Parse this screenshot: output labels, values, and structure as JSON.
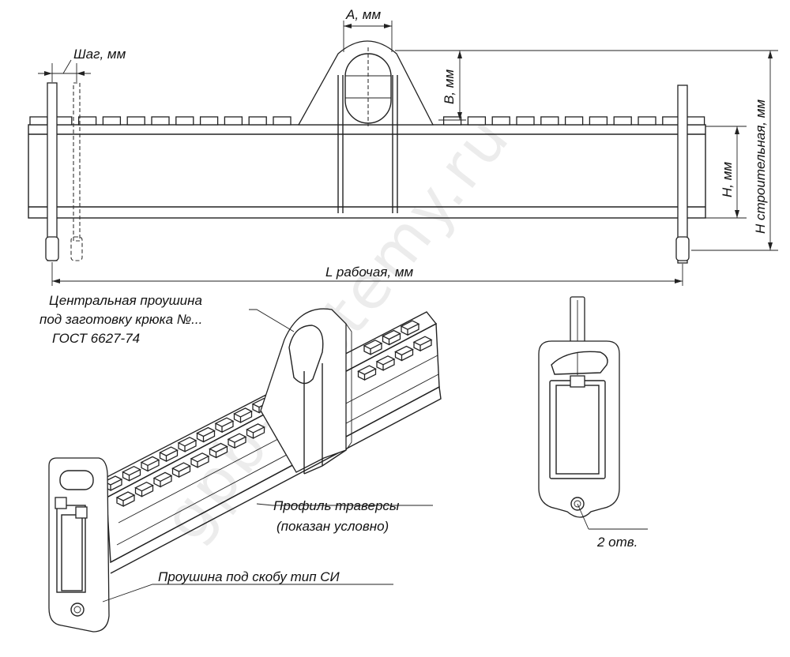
{
  "labels": {
    "a_dim": "А, мм",
    "step": "Шаг, мм",
    "b_dim": "В, мм",
    "h_dim": "H, мм",
    "h_build": "Н строительная, мм",
    "l_work": "L рабочая, мм",
    "central_eye": [
      "Центральная проушина",
      "под заготовку крюка №...",
      "ГОСТ 6627-74"
    ],
    "profile": [
      "Профиль траверсы",
      "(показан условно)"
    ],
    "si_eye": "Проушина под скобу тип СИ",
    "holes": "2 отв."
  },
  "watermark": "gpb-systemy.ru",
  "colors": {
    "line": "#222222",
    "background": "#ffffff"
  }
}
